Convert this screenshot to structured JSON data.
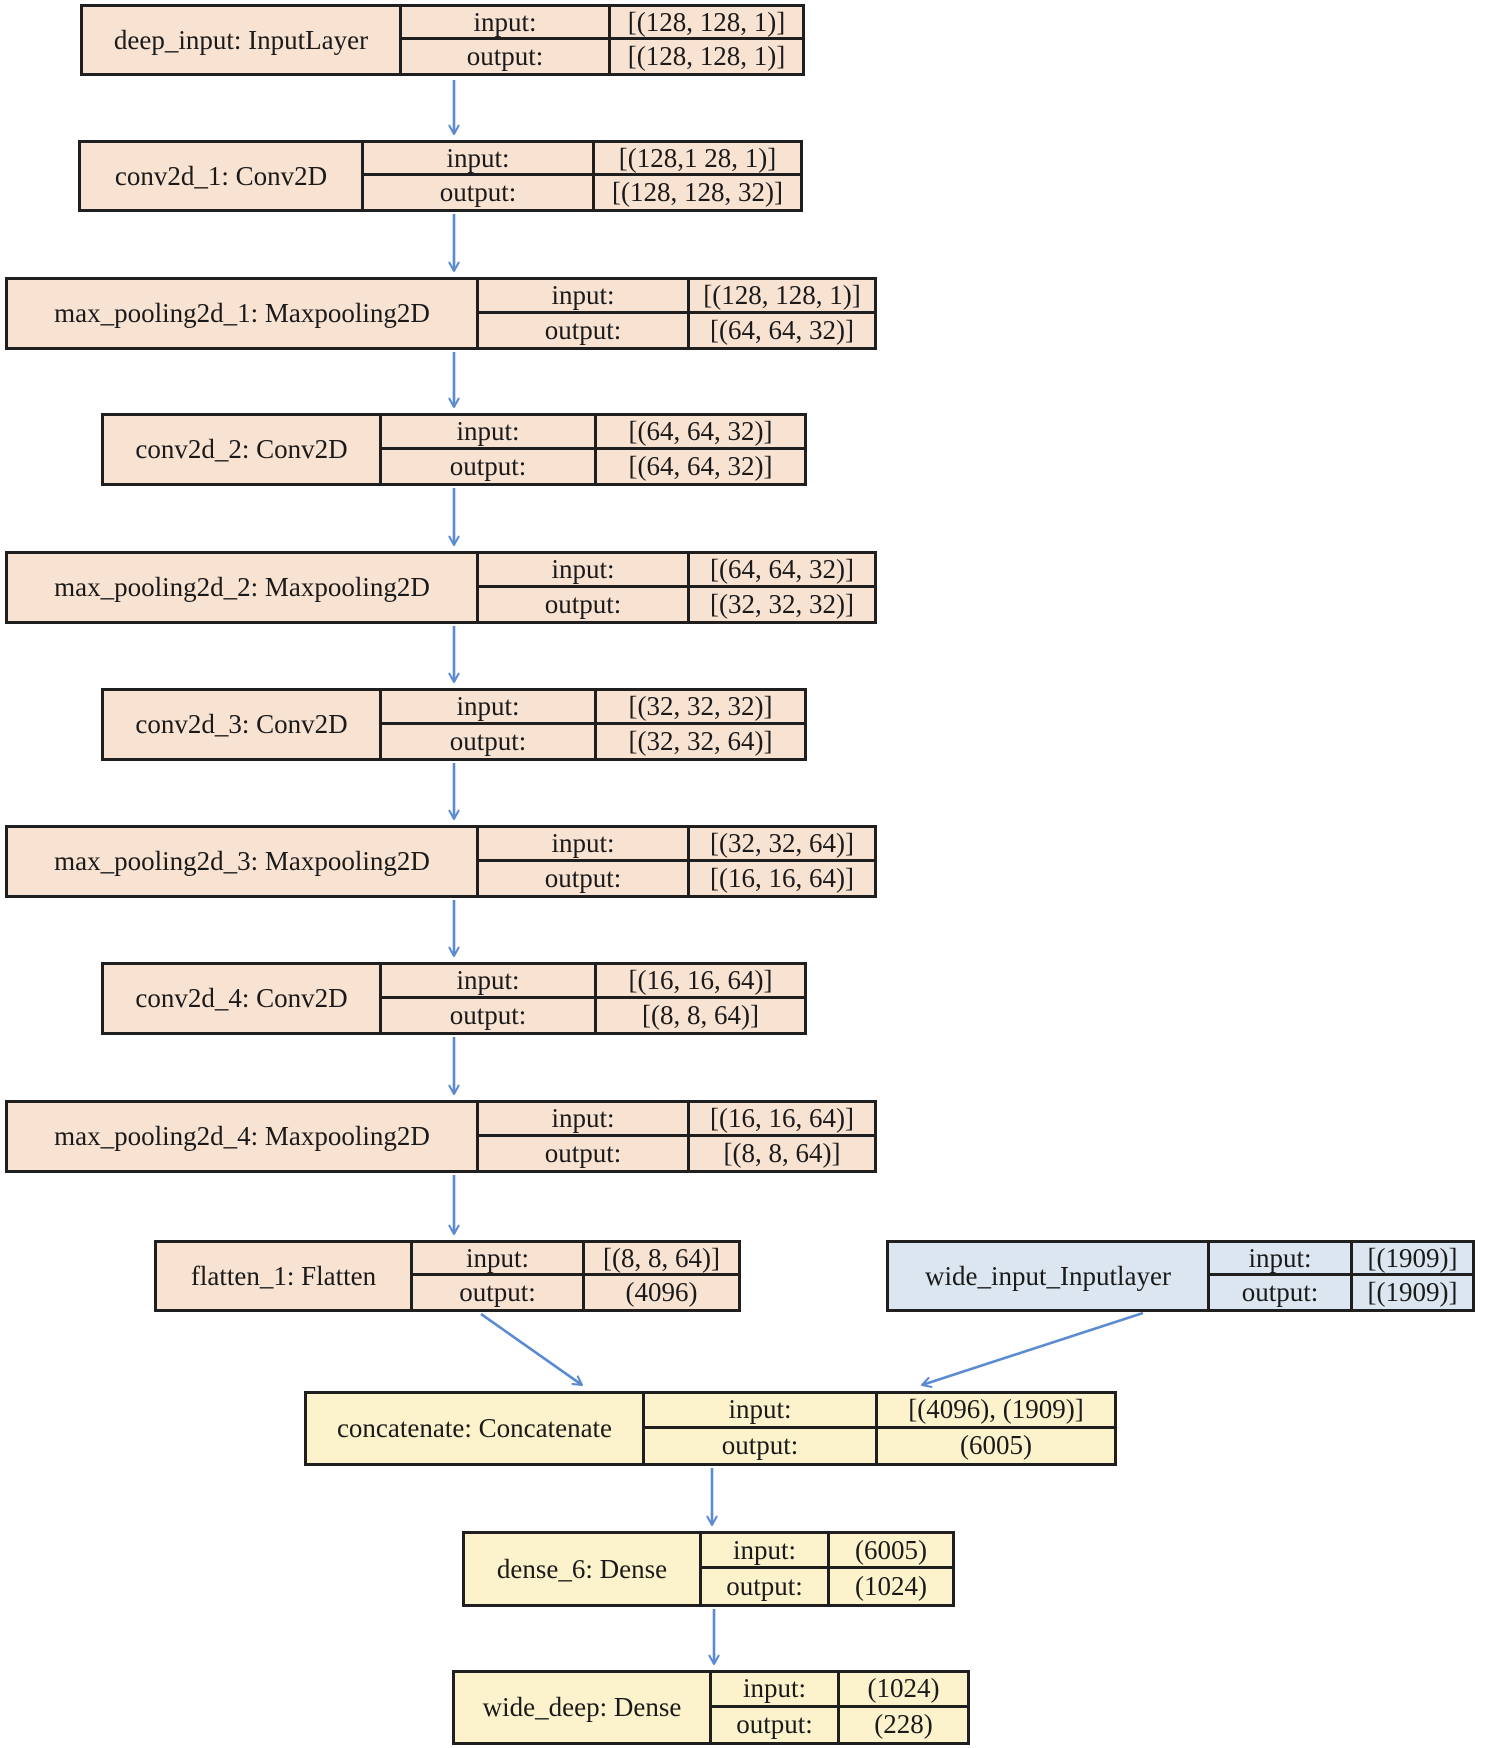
{
  "figure": {
    "description": "wide-and-deep neural network layer diagram",
    "io_labels": {
      "input": "input:",
      "output": "output:"
    }
  },
  "colors": {
    "peach": "#f8e2d2",
    "blue": "#dce6f1",
    "yellow": "#fcf2cb",
    "border": "#1f1f1f",
    "arrow": "#5a8ad0",
    "background": "#ffffff"
  },
  "nodes": [
    {
      "id": "deep_input",
      "label": "deep_input: InputLayer",
      "input": "[(128, 128, 1)]",
      "output": "[(128, 128, 1)]",
      "fill": "peach"
    },
    {
      "id": "conv2d_1",
      "label": "conv2d_1: Conv2D",
      "input": "[(128,1 28, 1)]",
      "output": "[(128, 128, 32)]",
      "fill": "peach"
    },
    {
      "id": "max_pooling2d_1",
      "label": "max_pooling2d_1: Maxpooling2D",
      "input": "[(128, 128, 1)]",
      "output": "[(64, 64, 32)]",
      "fill": "peach"
    },
    {
      "id": "conv2d_2",
      "label": "conv2d_2: Conv2D",
      "input": "[(64, 64, 32)]",
      "output": "[(64, 64, 32)]",
      "fill": "peach"
    },
    {
      "id": "max_pooling2d_2",
      "label": "max_pooling2d_2: Maxpooling2D",
      "input": "[(64, 64, 32)]",
      "output": "[(32, 32, 32)]",
      "fill": "peach"
    },
    {
      "id": "conv2d_3",
      "label": "conv2d_3: Conv2D",
      "input": "[(32, 32, 32)]",
      "output": "[(32, 32, 64)]",
      "fill": "peach"
    },
    {
      "id": "max_pooling2d_3",
      "label": "max_pooling2d_3: Maxpooling2D",
      "input": "[(32, 32, 64)]",
      "output": "[(16, 16, 64)]",
      "fill": "peach"
    },
    {
      "id": "conv2d_4",
      "label": "conv2d_4: Conv2D",
      "input": "[(16, 16, 64)]",
      "output": "[(8, 8, 64)]",
      "fill": "peach"
    },
    {
      "id": "max_pooling2d_4",
      "label": "max_pooling2d_4: Maxpooling2D",
      "input": "[(16, 16, 64)]",
      "output": "[(8, 8, 64)]",
      "fill": "peach"
    },
    {
      "id": "flatten_1",
      "label": "flatten_1: Flatten",
      "input": "[(8, 8, 64)]",
      "output": "(4096)",
      "fill": "peach"
    },
    {
      "id": "wide_input",
      "label": "wide_input_Inputlayer",
      "input": "[(1909)]",
      "output": "[(1909)]",
      "fill": "blue"
    },
    {
      "id": "concatenate",
      "label": "concatenate: Concatenate",
      "input": "[(4096), (1909)]",
      "output": "(6005)",
      "fill": "yellow"
    },
    {
      "id": "dense_6",
      "label": "dense_6: Dense",
      "input": "(6005)",
      "output": "(1024)",
      "fill": "yellow"
    },
    {
      "id": "wide_deep",
      "label": "wide_deep: Dense",
      "input": "(1024)",
      "output": "(228)",
      "fill": "yellow"
    }
  ]
}
